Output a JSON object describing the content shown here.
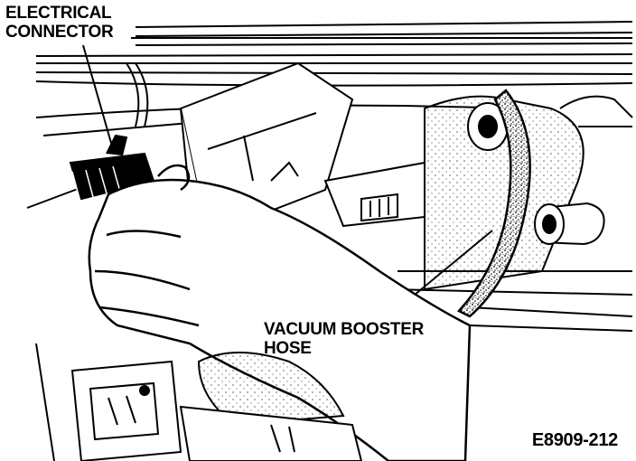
{
  "figure": {
    "code": "E8909-212",
    "callouts": {
      "electrical_connector": {
        "lines": [
          "ELECTRICAL",
          "CONNECTOR"
        ]
      },
      "vacuum_booster_hose": {
        "lines": [
          "VACUUM BOOSTER",
          "HOSE"
        ]
      }
    }
  },
  "colors": {
    "ink": "#000000",
    "paper": "#ffffff"
  }
}
